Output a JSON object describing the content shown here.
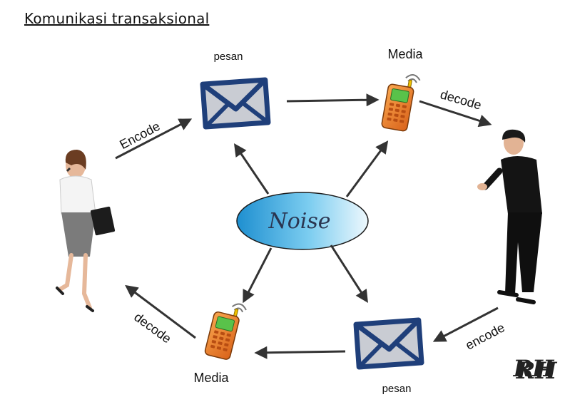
{
  "title": "Komunikasi transaksional",
  "labels": {
    "pesan_top": "pesan",
    "media_top": "Media",
    "encode_left": "Encode",
    "decode_right": "decode",
    "noise": "Noise",
    "decode_left": "decode",
    "media_bottom": "Media",
    "pesan_bottom": "pesan",
    "encode_right": "encode"
  },
  "signature": "RH",
  "colors": {
    "envelope_stroke": "#1f3f7a",
    "envelope_fill": "#c9ccd3",
    "phone_body": "#f07d2a",
    "phone_screen": "#59c24a",
    "noise_fill": "#3fa9de",
    "arrow": "#333333"
  }
}
